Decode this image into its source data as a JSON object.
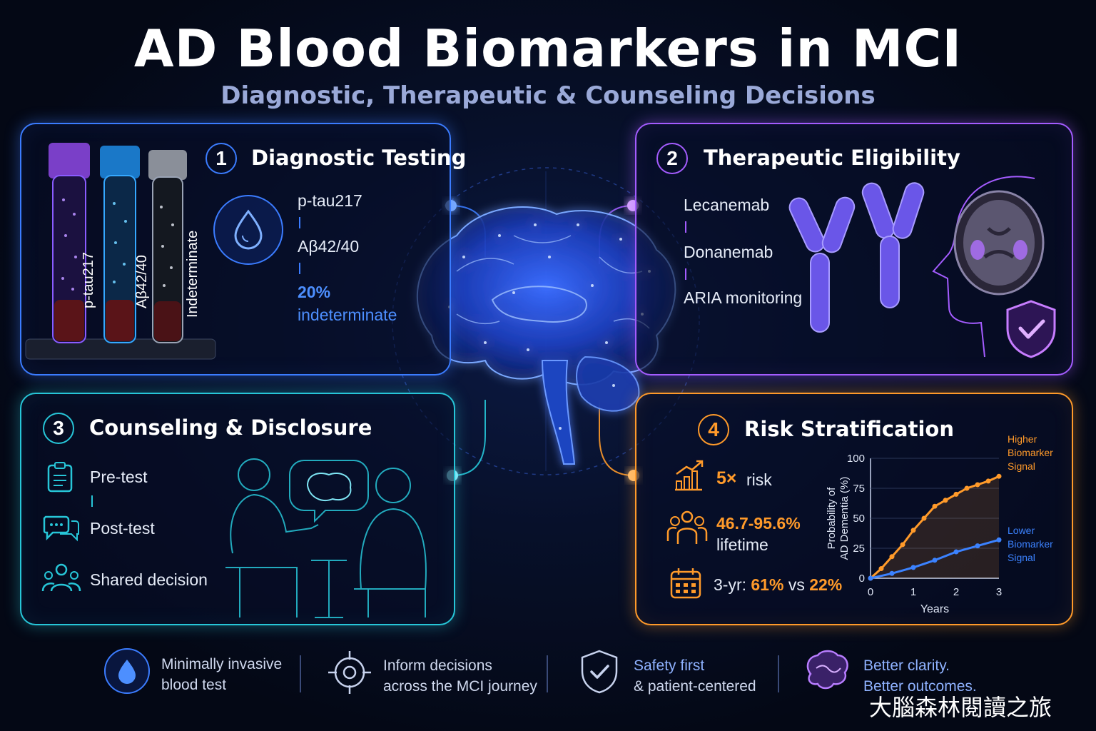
{
  "title": "AD Blood Biomarkers in MCI",
  "subtitle": "Diagnostic, Therapeutic & Counseling Decisions",
  "colors": {
    "diagnostic": "#3b7cff",
    "therapeutic": "#a45cff",
    "counseling": "#27c6d8",
    "risk": "#ff9a2a"
  },
  "diagnostic": {
    "number": "1",
    "heading": "Diagnostic Testing",
    "tube_labels": [
      "p-tau217",
      "Aβ42/40",
      "Indeterminate"
    ],
    "items": [
      "p-tau217",
      "Aβ42/40"
    ],
    "highlight_value": "20%",
    "highlight_label": "indeterminate",
    "icon": "blood-drop-icon"
  },
  "therapeutic": {
    "number": "2",
    "heading": "Therapeutic Eligibility",
    "items": [
      "Lecanemab",
      "Donanemab",
      "ARIA monitoring"
    ],
    "icons": [
      "antibody-icon",
      "brain-scan-icon",
      "shield-check-icon"
    ]
  },
  "counseling": {
    "number": "3",
    "heading": "Counseling & Disclosure",
    "items": [
      {
        "label": "Pre-test",
        "icon": "clipboard-icon"
      },
      {
        "label": "Post-test",
        "icon": "chat-bubbles-icon"
      },
      {
        "label": "Shared decision",
        "icon": "people-icon"
      }
    ]
  },
  "risk": {
    "number": "4",
    "heading": "Risk Stratification",
    "stat1_value": "5×",
    "stat1_label": "risk",
    "stat2_value": "46.7-95.6%",
    "stat2_label": "lifetime",
    "stat3_prefix": "3-yr:",
    "stat3_high": "61%",
    "stat3_vs": "vs",
    "stat3_low": "22%"
  },
  "chart_data": {
    "type": "line",
    "xlabel": "Years",
    "ylabel": "Probability of AD Dementia (%)",
    "ylabel_lines": [
      "Probability of",
      "AD Dementia (%)"
    ],
    "xlim": [
      0,
      3
    ],
    "ylim": [
      0,
      100
    ],
    "xticks": [
      "0",
      "1",
      "2",
      "3"
    ],
    "yticks": [
      "0",
      "25",
      "50",
      "75",
      "100"
    ],
    "series": [
      {
        "name": "Higher Biomarker Signal",
        "label_lines": [
          "Higher",
          "Biomarker",
          "Signal"
        ],
        "color": "#ff9a2a",
        "x": [
          0,
          0.25,
          0.5,
          0.75,
          1,
          1.25,
          1.5,
          1.75,
          2,
          2.25,
          2.5,
          2.75,
          3
        ],
        "y": [
          0,
          8,
          18,
          28,
          40,
          50,
          60,
          65,
          70,
          75,
          78,
          81,
          85
        ]
      },
      {
        "name": "Lower Biomarker Signal",
        "label_lines": [
          "Lower",
          "Biomarker",
          "Signal"
        ],
        "color": "#3b82ff",
        "x": [
          0,
          0.5,
          1,
          1.5,
          2,
          2.5,
          3
        ],
        "y": [
          0,
          4,
          9,
          15,
          22,
          27,
          32
        ]
      }
    ]
  },
  "footer": [
    {
      "line1": "Minimally invasive",
      "line2": "blood test",
      "icon": "blood-drop-icon"
    },
    {
      "line1": "Inform decisions",
      "line2": "across the MCI journey",
      "icon": "target-icon"
    },
    {
      "line1": "Safety first",
      "line2": "& patient-centered",
      "icon": "shield-check-icon"
    },
    {
      "line1": "Better clarity.",
      "line2": "Better outcomes.",
      "icon": "brain-icon"
    }
  ],
  "watermark": "大腦森林閱讀之旅"
}
